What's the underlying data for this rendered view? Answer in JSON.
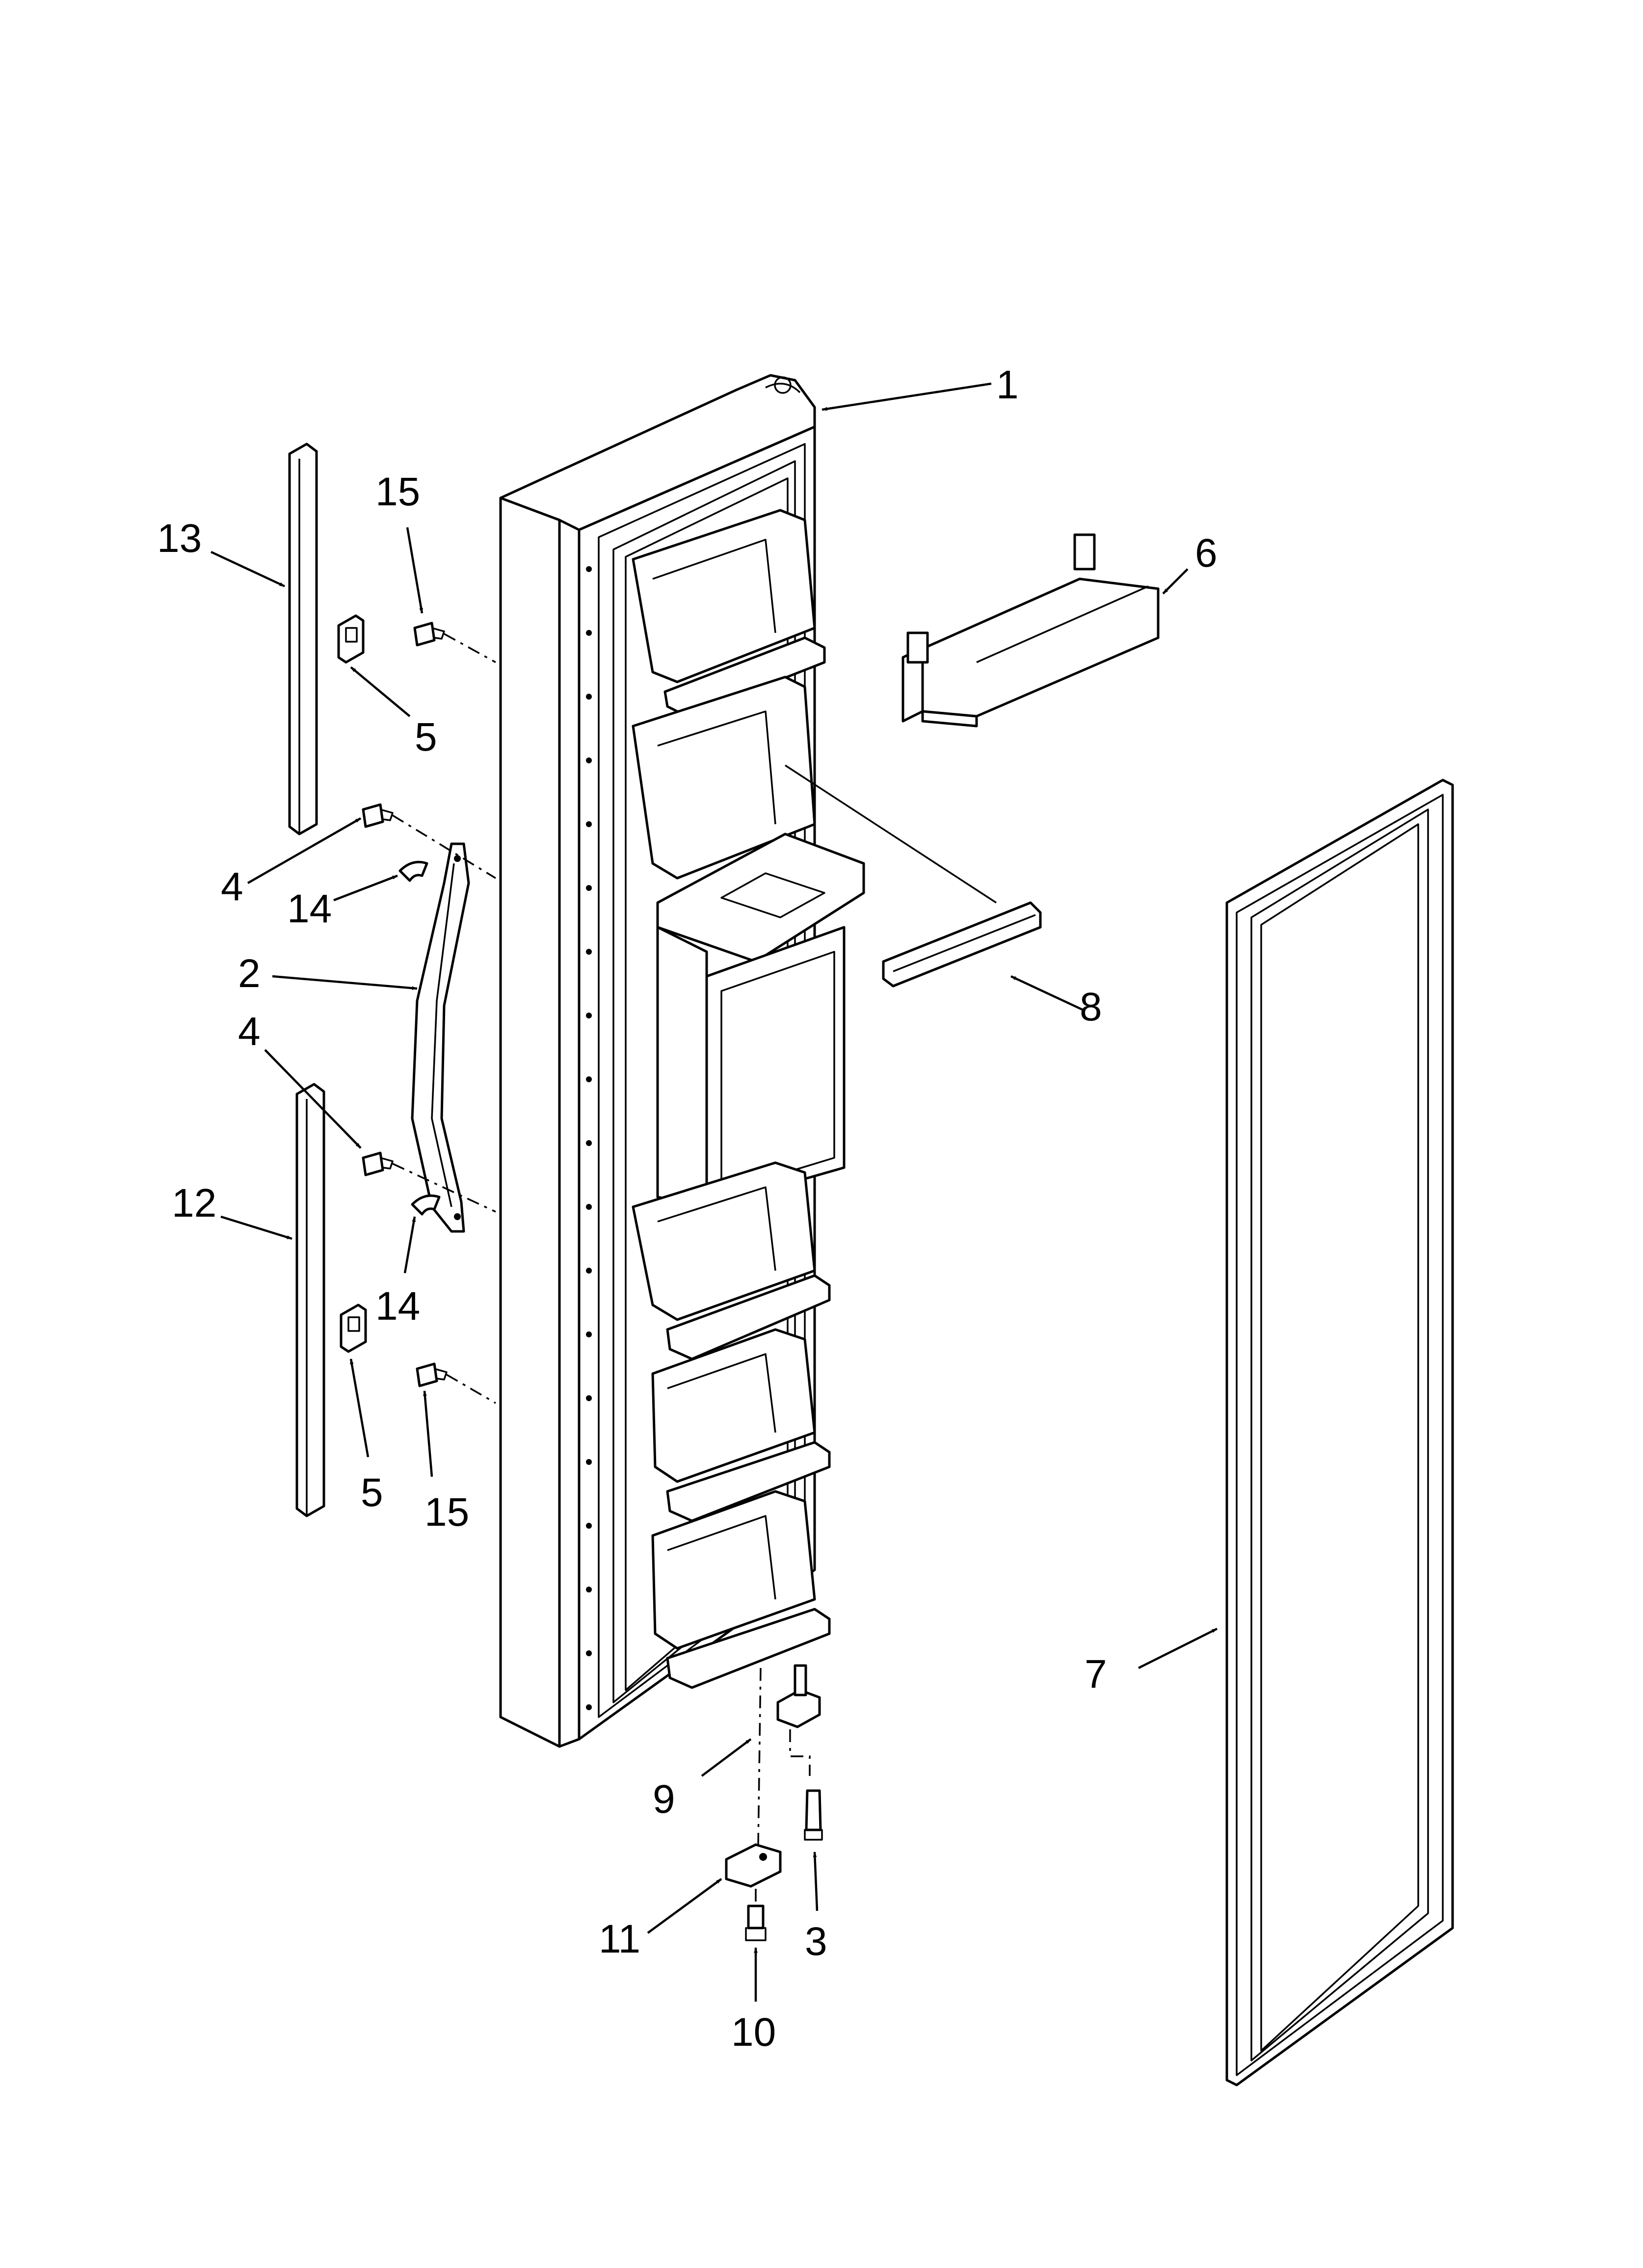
{
  "diagram": {
    "callouts": [
      {
        "id": "c1",
        "label": "1"
      },
      {
        "id": "c2",
        "label": "2"
      },
      {
        "id": "c3",
        "label": "3"
      },
      {
        "id": "c4a",
        "label": "4"
      },
      {
        "id": "c4b",
        "label": "4"
      },
      {
        "id": "c5a",
        "label": "5"
      },
      {
        "id": "c5b",
        "label": "5"
      },
      {
        "id": "c6",
        "label": "6"
      },
      {
        "id": "c7",
        "label": "7"
      },
      {
        "id": "c8",
        "label": "8"
      },
      {
        "id": "c9",
        "label": "9"
      },
      {
        "id": "c10",
        "label": "10"
      },
      {
        "id": "c11",
        "label": "11"
      },
      {
        "id": "c12",
        "label": "12"
      },
      {
        "id": "c13",
        "label": "13"
      },
      {
        "id": "c14a",
        "label": "14"
      },
      {
        "id": "c14b",
        "label": "14"
      },
      {
        "id": "c15a",
        "label": "15"
      },
      {
        "id": "c15b",
        "label": "15"
      }
    ]
  }
}
